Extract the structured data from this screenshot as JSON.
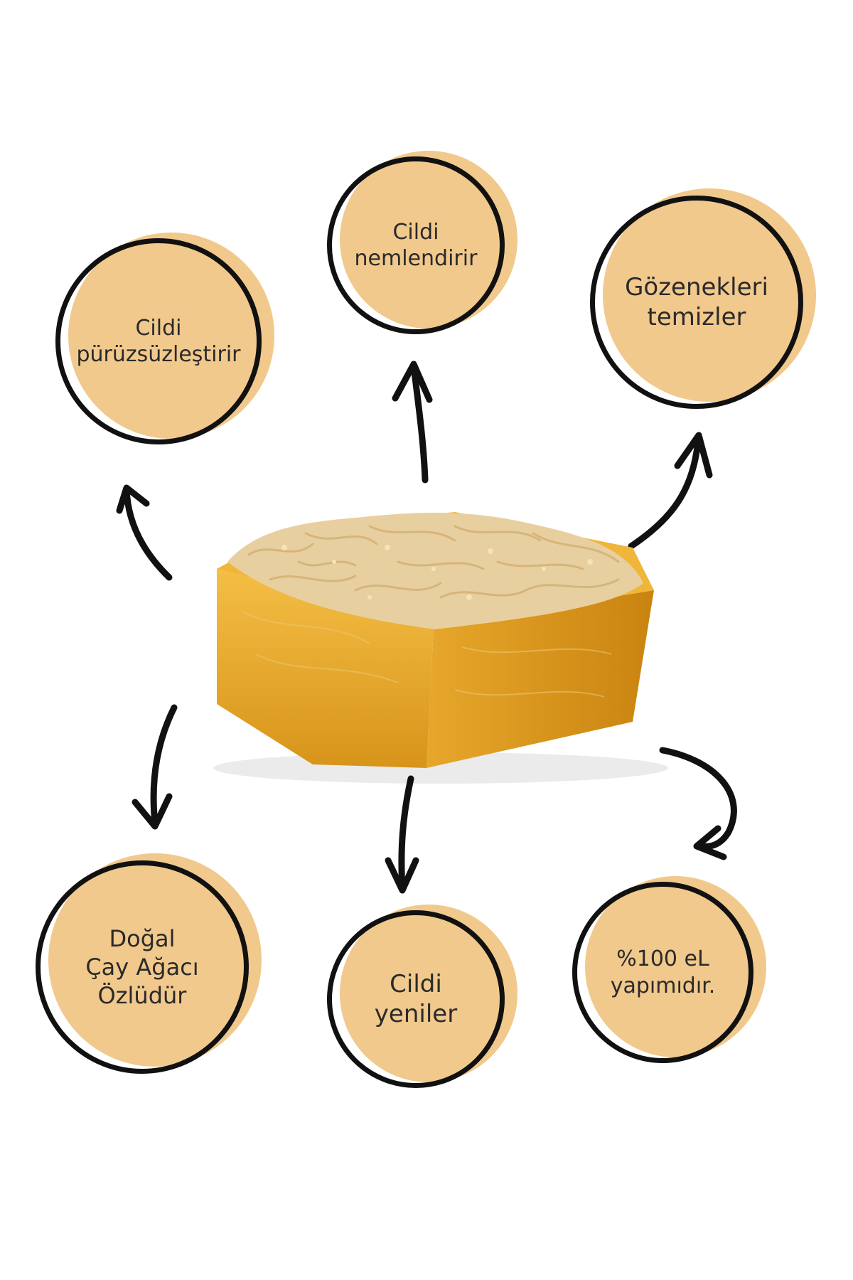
{
  "colors": {
    "circle_fill": "#F1C98C",
    "ring": "#111111",
    "arrow": "#111111",
    "soap_light": "#F2B73A",
    "soap_dark": "#C98410",
    "loofah": "#E8CFA0"
  },
  "benefits": [
    {
      "line1": "Cildi",
      "line2": "pürüzsüzleştirir",
      "line3": ""
    },
    {
      "line1": "Cildi",
      "line2": "nemlendirir",
      "line3": ""
    },
    {
      "line1": "Gözenekleri",
      "line2": "temizler",
      "line3": ""
    },
    {
      "line1": "Doğal",
      "line2": "Çay Ağacı",
      "line3": "Özlüdür"
    },
    {
      "line1": "Cildi",
      "line2": "yeniler",
      "line3": ""
    },
    {
      "line1": "%100 eL",
      "line2": "yapımıdır.",
      "line3": ""
    }
  ],
  "product": {
    "image": "loofah-soap-bar"
  }
}
